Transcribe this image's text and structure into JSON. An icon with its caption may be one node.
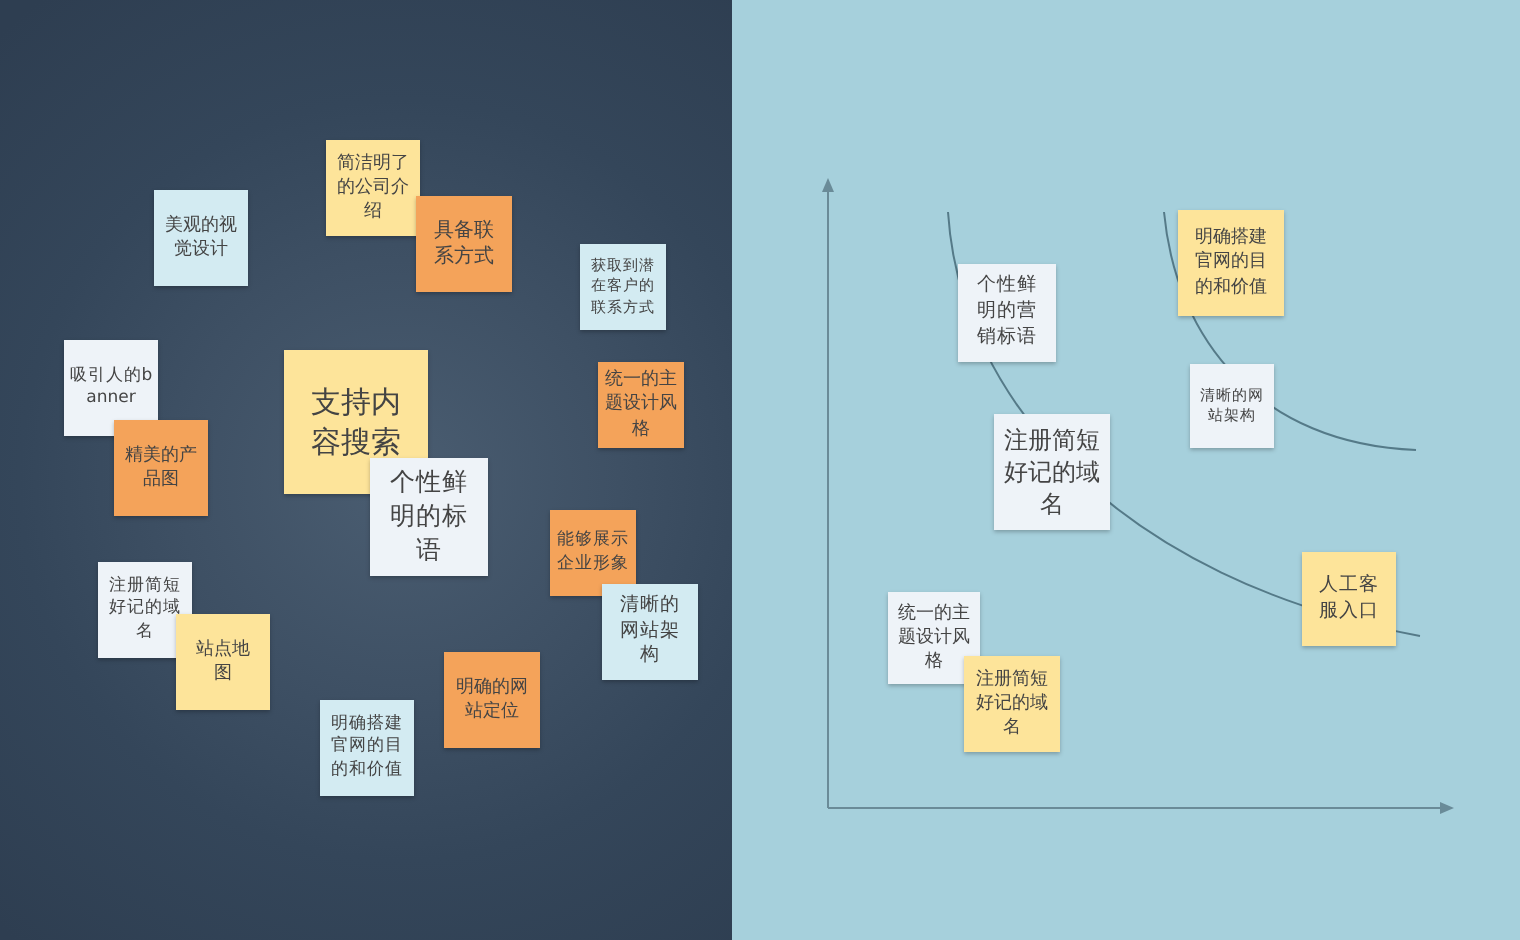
{
  "diagram": {
    "nodes": [
      {
        "text": [
          "简洁明了的公司介绍"
        ]
      },
      {
        "text": [
          "具备联系方式"
        ]
      },
      {
        "text": [
          "美观的视觉设计"
        ]
      },
      {
        "text": [
          "获取到潜在客户的联系方式"
        ]
      },
      {
        "text": [
          "吸引人的banner"
        ]
      },
      {
        "text": [
          "精美的产品图"
        ]
      },
      {
        "text": [
          "支持内容搜索"
        ]
      },
      {
        "text": [
          "个性鲜明的标语"
        ]
      },
      {
        "text": [
          "统一的主题设计风格"
        ]
      },
      {
        "text": [
          "能够展示企业形象"
        ]
      },
      {
        "text": [
          "清晰的网站架构"
        ]
      },
      {
        "text": [
          "注册简短好记的域名"
        ]
      },
      {
        "text": [
          "站点地图"
        ]
      },
      {
        "text": [
          "明确的网站定位"
        ]
      },
      {
        "text": [
          "明确搭建官网的目的和价值"
        ]
      },
      {
        "text": [
          "个性鲜明的营销标语"
        ]
      },
      {
        "text": [
          "明确搭建官网的目的和价值"
        ]
      },
      {
        "text": [
          "清晰的网站架构"
        ]
      },
      {
        "text": [
          "注册简短好记的域名"
        ]
      },
      {
        "text": [
          "人工客服入口"
        ]
      },
      {
        "text": [
          "统一的主题设计风格"
        ]
      },
      {
        "text": [
          "注册简短好记的域名"
        ]
      }
    ]
  }
}
